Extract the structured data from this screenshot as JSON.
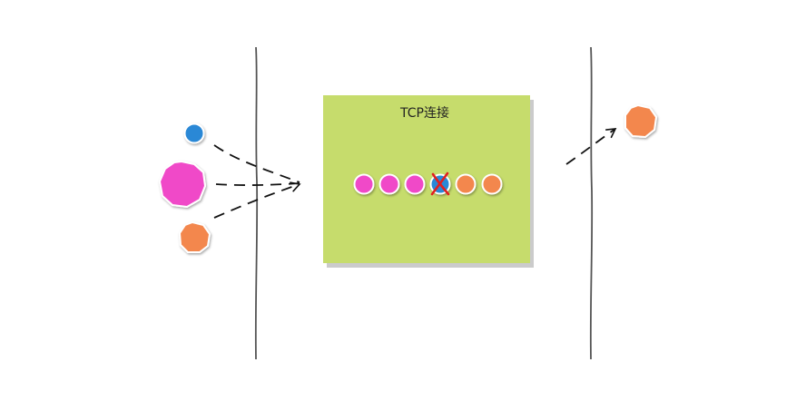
{
  "diagram": {
    "box_title": "TCP连接",
    "colors": {
      "box_fill": "#c6dc6c",
      "box_shadow": "#a9a9a9",
      "divider": "#555555",
      "arrow": "#111111",
      "pink": "#f04ac8",
      "blue": "#2c88d6",
      "orange": "#f3874e",
      "cross": "#e02020"
    },
    "incoming_packets": [
      {
        "color": "blue",
        "size": "small"
      },
      {
        "color": "pink",
        "size": "large"
      },
      {
        "color": "orange",
        "size": "medium"
      }
    ],
    "connection_packets": [
      {
        "color": "pink",
        "dropped": false
      },
      {
        "color": "pink",
        "dropped": false
      },
      {
        "color": "pink",
        "dropped": false
      },
      {
        "color": "blue",
        "dropped": true
      },
      {
        "color": "orange",
        "dropped": false
      },
      {
        "color": "orange",
        "dropped": false
      }
    ],
    "outgoing_packets": [
      {
        "color": "orange",
        "size": "medium"
      }
    ],
    "icons": [
      "dashed-arrow-icon",
      "cross-mark-icon"
    ]
  }
}
